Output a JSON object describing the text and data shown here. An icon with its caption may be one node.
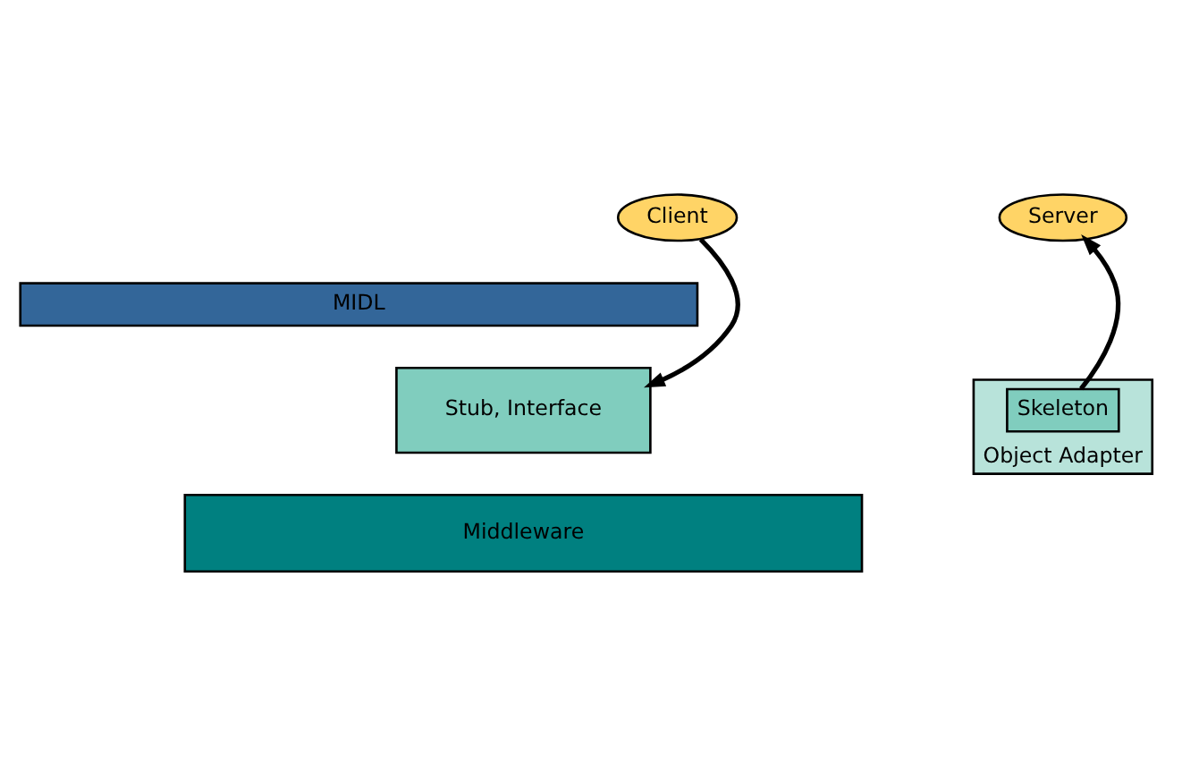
{
  "diagram": {
    "nodes": [
      {
        "text": [
          "Client"
        ]
      },
      {
        "text": [
          "Server"
        ]
      },
      {
        "text": [
          "MIDL"
        ]
      },
      {
        "text": [
          "Stub, Interface"
        ]
      },
      {
        "text": [
          "Object Adapter"
        ]
      },
      {
        "text": [
          "Skeleton"
        ],
        "in": 4
      },
      {
        "text": [
          "Middleware"
        ]
      }
    ],
    "edges": [
      {
        "from": 0,
        "to": 3,
        "arrow": "to"
      },
      {
        "from": 5,
        "to": 1,
        "arrow": "to"
      }
    ]
  }
}
